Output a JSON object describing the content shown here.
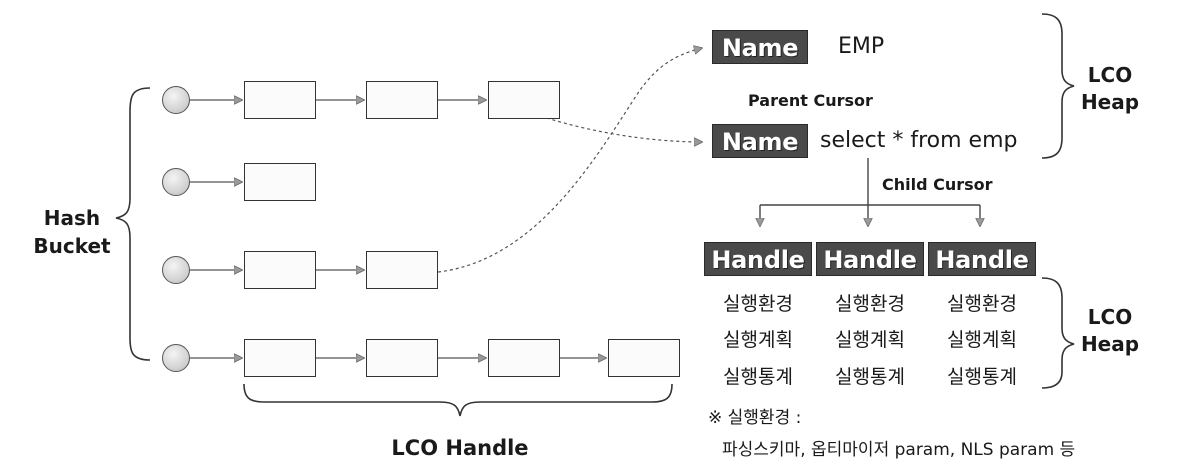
{
  "hash_bucket_label": [
    "Hash",
    "Bucket"
  ],
  "lco_handle_label": "LCO Handle",
  "name_tag_label": "Name",
  "name_value_1": "EMP",
  "name_value_2": "select * from emp",
  "parent_cursor_label": "Parent Cursor",
  "child_cursor_label": "Child Cursor",
  "lco_heap_label": [
    "LCO",
    "Heap"
  ],
  "handle_label": "Handle",
  "child_handles": [
    {
      "label": "Handle",
      "lines": [
        "실행환경",
        "실행계획",
        "실행통계"
      ]
    },
    {
      "label": "Handle",
      "lines": [
        "실행환경",
        "실행계획",
        "실행통계"
      ]
    },
    {
      "label": "Handle",
      "lines": [
        "실행환경",
        "실행계획",
        "실행통계"
      ]
    }
  ],
  "note": {
    "line1": "※ 실행환경 :",
    "line2": "파싱스키마, 옵티마이저 param, NLS param 등"
  },
  "chains": [
    {
      "handles": 3
    },
    {
      "handles": 1
    },
    {
      "handles": 2
    },
    {
      "handles": 4
    }
  ],
  "colors": {
    "tag_background": "#4a4a4a",
    "tag_text": "#ffffff",
    "line": "#555555",
    "arrowhead": "#9a9a9a"
  }
}
